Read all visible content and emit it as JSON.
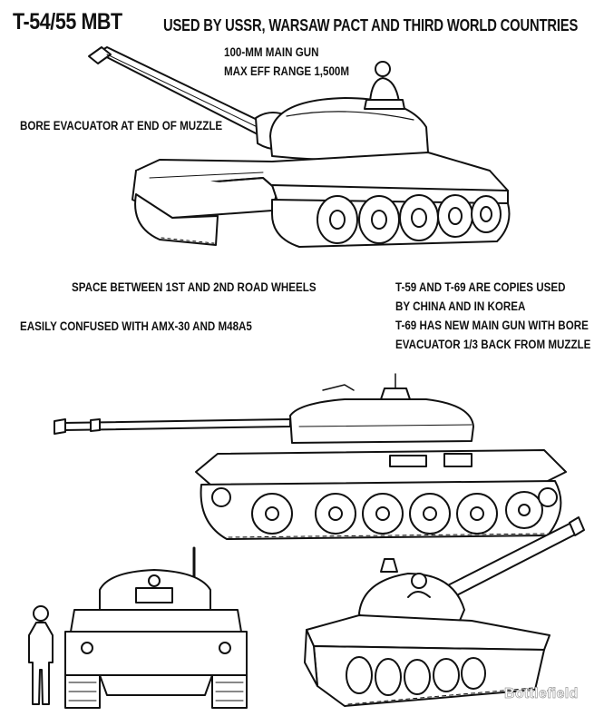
{
  "header": {
    "title": "T-54/55 MBT",
    "subtitle": "USED BY USSR, WARSAW PACT AND THIRD WORLD COUNTRIES"
  },
  "notes": {
    "main_gun": [
      "100-MM MAIN GUN",
      "MAX EFF RANGE 1,500M"
    ],
    "bore_evacuator": "BORE EVACUATOR AT END OF MUZZLE",
    "road_wheels": "SPACE BETWEEN 1ST AND 2ND ROAD WHEELS",
    "confused_with": "EASILY CONFUSED WITH AMX-30 AND M48A5",
    "copies": [
      "T-59 AND T-69 ARE COPIES USED",
      "BY CHINA AND IN KOREA",
      "T-69 HAS NEW MAIN GUN WITH BORE",
      "EVACUATOR 1/3 BACK FROM MUZZLE"
    ]
  },
  "watermark": "Bottlefield",
  "colors": {
    "ink": "#111111",
    "background": "#ffffff",
    "watermark": "#9a9a9a"
  }
}
